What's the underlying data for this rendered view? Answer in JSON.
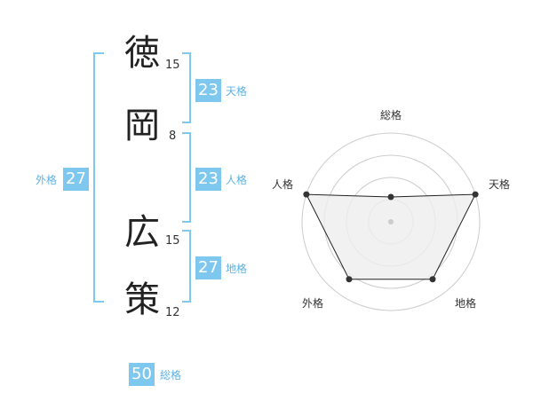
{
  "name": {
    "chars": [
      {
        "char": "徳",
        "strokes": "15"
      },
      {
        "char": "岡",
        "strokes": "8"
      },
      {
        "char": "広",
        "strokes": "15"
      },
      {
        "char": "策",
        "strokes": "12"
      }
    ]
  },
  "fortunes": {
    "tenkaku": {
      "value": "23",
      "label": "天格"
    },
    "jinkaku": {
      "value": "23",
      "label": "人格"
    },
    "chikaku": {
      "value": "27",
      "label": "地格"
    },
    "gaikaku": {
      "value": "27",
      "label": "外格"
    },
    "soukaku": {
      "value": "50",
      "label": "総格"
    }
  },
  "chart_data": {
    "type": "radar",
    "axes": [
      "総格",
      "天格",
      "地格",
      "外格",
      "人格"
    ],
    "values": [
      0.28,
      1.0,
      0.8,
      0.8,
      1.0
    ],
    "rings": 4,
    "colors": {
      "line": "#222222",
      "fill": "#eeeeee",
      "ring": "#cccccc",
      "point": "#333333"
    }
  },
  "colors": {
    "accent": "#7ec8f0",
    "accent_text": "#5fb2e6"
  }
}
